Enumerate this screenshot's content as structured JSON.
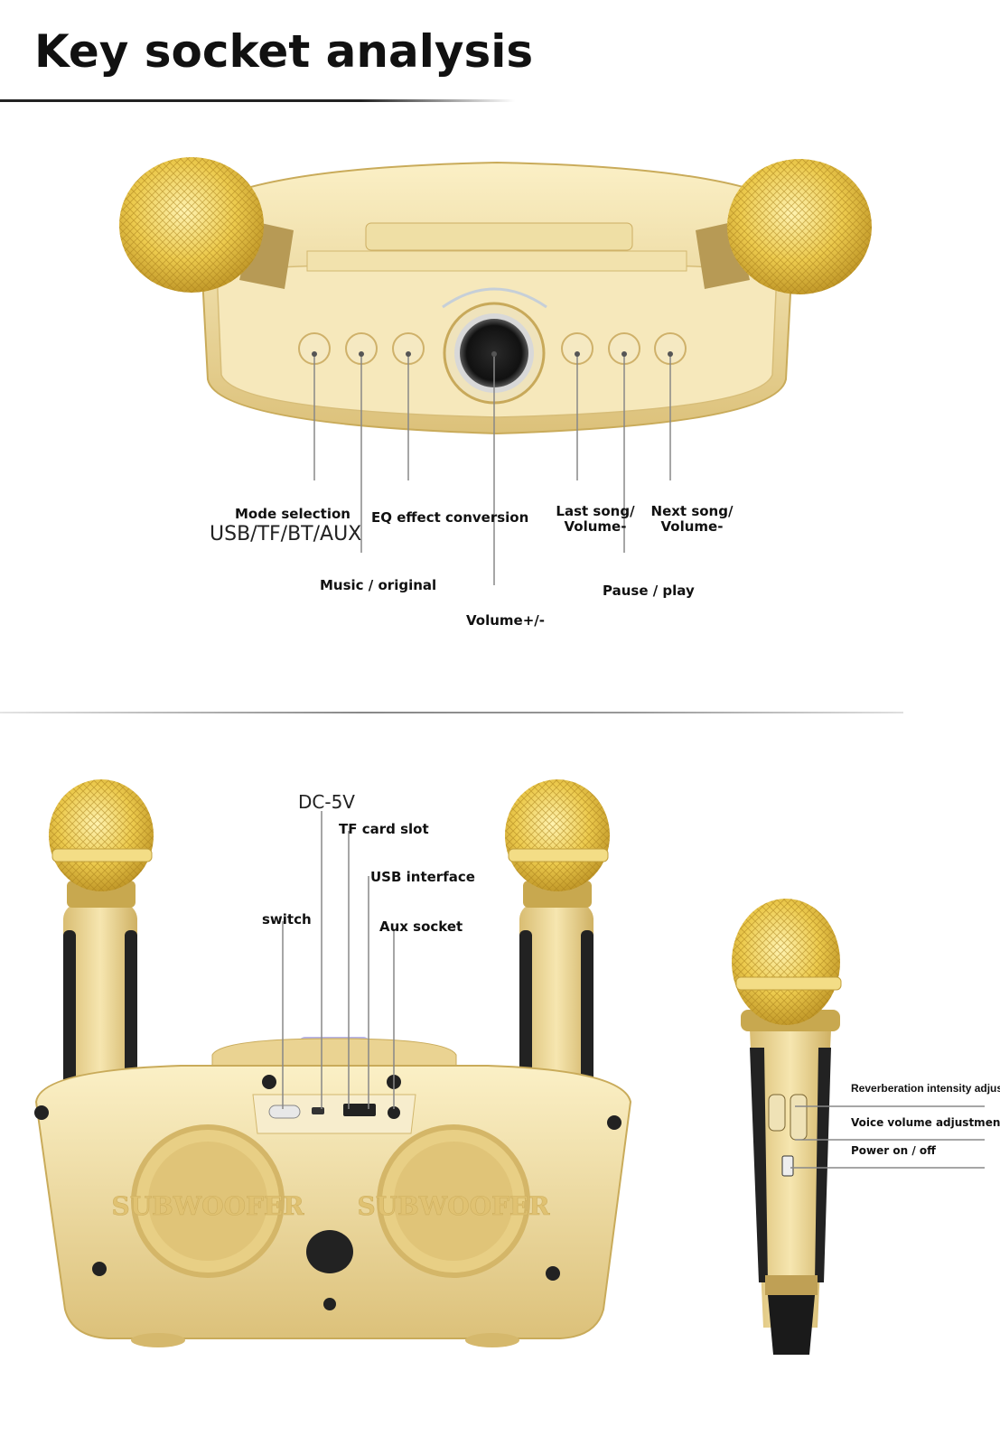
{
  "page": {
    "title": "Key socket analysis"
  },
  "top_labels": {
    "mode_selection": "Mode selection",
    "mode_options": "USB/TF/BT/AUX",
    "eq_effect": "EQ effect conversion",
    "music_original": "Music / original",
    "volume": "Volume+/-",
    "last_song_1": "Last song/",
    "last_song_2": "Volume-",
    "next_song_1": "Next song/",
    "next_song_2": "Volume-",
    "pause_play": "Pause / play"
  },
  "rear_labels": {
    "dc": "DC-5V",
    "tf_card": "TF card slot",
    "usb": "USB interface",
    "switch": "switch",
    "aux": "Aux socket"
  },
  "mic_labels": {
    "reverb": "Reverberation intensity adjustment",
    "voice_volume": "Voice volume adjustment",
    "power": "Power on / off"
  },
  "product_prints": {
    "subwoofer": "SUBWOOFER"
  },
  "colors": {
    "gold_light": "#f3e2a6",
    "gold_mid": "#e6cf84",
    "gold_dark": "#c9ab5a",
    "mesh": "#e5c245"
  }
}
